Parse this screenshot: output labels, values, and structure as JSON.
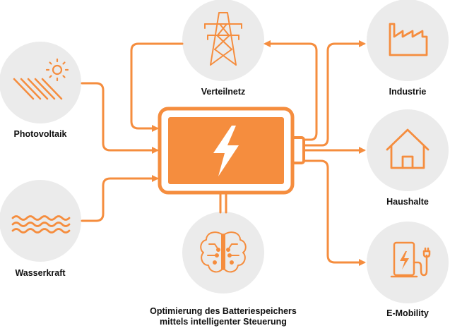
{
  "colors": {
    "accent": "#F58D3E",
    "node_bg": "#EBEBEB",
    "text": "#111111"
  },
  "nodes": {
    "photovoltaik": {
      "label": "Photovoltaik",
      "icon": "solar-panel-icon"
    },
    "wasserkraft": {
      "label": "Wasserkraft",
      "icon": "water-waves-icon"
    },
    "verteilnetz": {
      "label": "Verteilnetz",
      "icon": "power-pylon-icon"
    },
    "optimierung": {
      "label_line1": "Optimierung des Batteriespeichers",
      "label_line2": "mittels intelligenter Steuerung",
      "icon": "brain-circuit-icon"
    },
    "industrie": {
      "label": "Industrie",
      "icon": "factory-icon"
    },
    "haushalte": {
      "label": "Haushalte",
      "icon": "house-icon"
    },
    "emobility": {
      "label": "E-Mobility",
      "icon": "charging-station-icon"
    },
    "battery": {
      "icon": "battery-lightning-icon"
    }
  }
}
